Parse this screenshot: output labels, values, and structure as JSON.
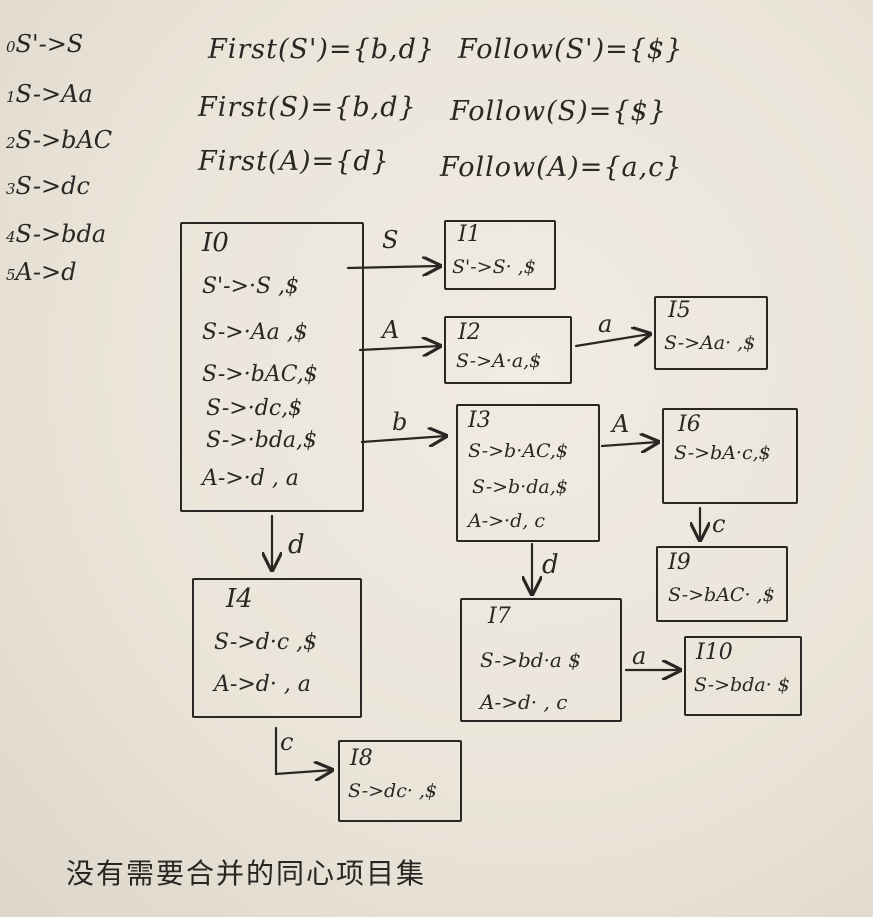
{
  "grammar": [
    {
      "num": "0",
      "rule": "S'->S"
    },
    {
      "num": "1",
      "rule": "S->Aa"
    },
    {
      "num": "2",
      "rule": "S->bAC"
    },
    {
      "num": "3",
      "rule": "S->dc"
    },
    {
      "num": "4",
      "rule": "S->bda"
    },
    {
      "num": "5",
      "rule": "A->d"
    }
  ],
  "sets": [
    {
      "first": "First(S')={b,d}",
      "follow": "Follow(S')={$}"
    },
    {
      "first": "First(S)={b,d}",
      "follow": "Follow(S)={$}"
    },
    {
      "first": "First(A)={d}",
      "follow": "Follow(A)={a,c}"
    }
  ],
  "states": {
    "I0": {
      "title": "I0",
      "items": [
        "S'->·S ,$",
        "S->·Aa ,$",
        "S->·bAC,$",
        "S->·dc,$",
        "S->·bda,$",
        "A->·d , a"
      ]
    },
    "I1": {
      "title": "I1",
      "items": [
        "S'->S· ,$"
      ]
    },
    "I2": {
      "title": "I2",
      "items": [
        "S->A·a,$"
      ]
    },
    "I3": {
      "title": "I3",
      "items": [
        "S->b·AC,$",
        "S->b·da,$",
        "A->·d, c"
      ]
    },
    "I4": {
      "title": "I4",
      "items": [
        "S->d·c ,$",
        "A->d· , a"
      ]
    },
    "I5": {
      "title": "I5",
      "items": [
        "S->Aa· ,$"
      ]
    },
    "I6": {
      "title": "I6",
      "items": [
        "S->bA·c,$"
      ]
    },
    "I7": {
      "title": "I7",
      "items": [
        "S->bd·a $",
        "A->d· , c"
      ]
    },
    "I8": {
      "title": "I8",
      "items": [
        "S->dc· ,$"
      ]
    },
    "I9": {
      "title": "I9",
      "items": [
        "S->bAC· ,$"
      ]
    },
    "I10": {
      "title": "I10",
      "items": [
        "S->bda· $"
      ]
    }
  },
  "transitions": [
    {
      "from": "I0",
      "to": "I1",
      "symbol": "S"
    },
    {
      "from": "I0",
      "to": "I2",
      "symbol": "A"
    },
    {
      "from": "I0",
      "to": "I3",
      "symbol": "b"
    },
    {
      "from": "I0",
      "to": "I4",
      "symbol": "d"
    },
    {
      "from": "I2",
      "to": "I5",
      "symbol": "a"
    },
    {
      "from": "I3",
      "to": "I6",
      "symbol": "A"
    },
    {
      "from": "I3",
      "to": "I7",
      "symbol": "d"
    },
    {
      "from": "I4",
      "to": "I8",
      "symbol": "c"
    },
    {
      "from": "I6",
      "to": "I9",
      "symbol": "c"
    },
    {
      "from": "I7",
      "to": "I10",
      "symbol": "a"
    }
  ],
  "note": "没有需要合并的同心项目集"
}
